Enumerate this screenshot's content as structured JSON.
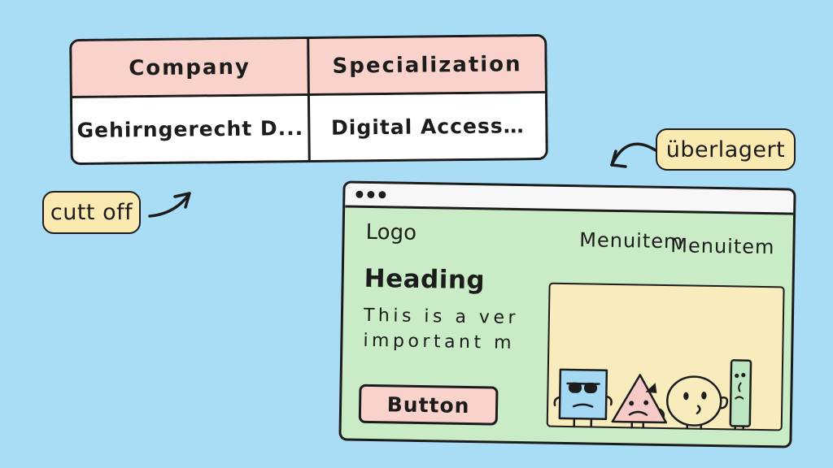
{
  "colors": {
    "background": "#a9ddf6",
    "ink": "#1c1c1c",
    "white": "#ffffff",
    "table_header": "#f9d2cb",
    "bubble": "#fae9b0",
    "window_body": "#c9ebc5",
    "titlebar": "#f7f7f7",
    "panel": "#f8ebbc",
    "button": "#f9d2cb",
    "char_blue": "#a5d8f3",
    "char_pink": "#f6cbc7",
    "char_mint": "#bce6c2"
  },
  "table": {
    "columns": [
      "Company",
      "Specialization"
    ],
    "rows": [
      [
        "Gehirngerecht D...",
        "Digital Access…"
      ]
    ]
  },
  "annotations": {
    "cut_off_label": "cutt off",
    "overlap_label": "überlagert"
  },
  "window": {
    "logo": "Logo",
    "menu_items": [
      "Menuitem",
      "Menuitem"
    ],
    "heading": "Heading",
    "paragraph_lines": [
      "This is a ver",
      "important m"
    ],
    "button_label": "Button",
    "characters": [
      "square-with-sunglasses",
      "sad-triangle",
      "round-face",
      "tall-rectangle"
    ]
  }
}
